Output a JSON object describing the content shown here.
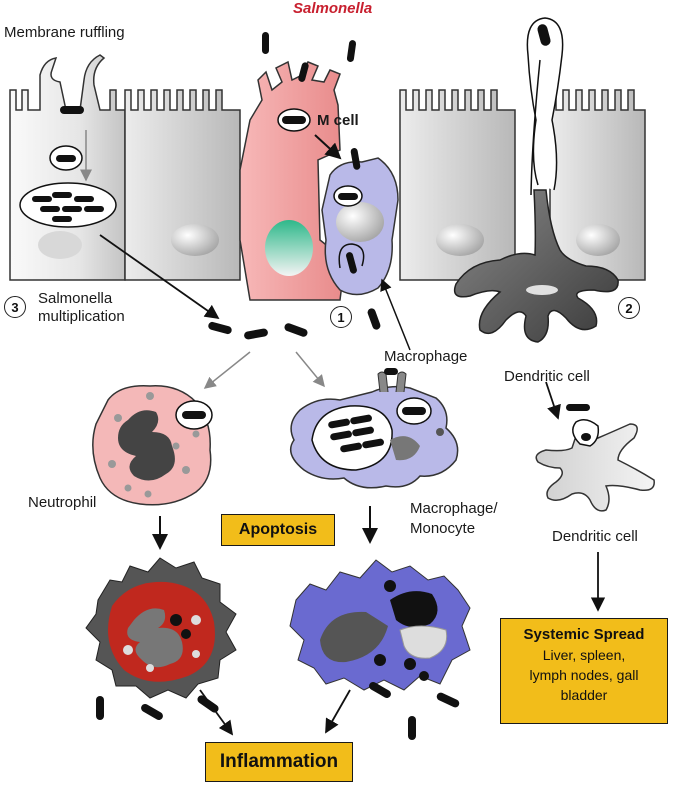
{
  "title": "Salmonella",
  "labels": {
    "membrane_ruffling": "Membrane ruffling",
    "m_cell": "M cell",
    "multiplication_1": "Salmonella",
    "multiplication_2": "multiplication",
    "macrophage": "Macrophage",
    "dendritic_cell_top": "Dendritic cell",
    "neutrophil": "Neutrophil",
    "macrophage_monocyte_1": "Macrophage/",
    "macrophage_monocyte_2": "Monocyte",
    "dendritic_cell_bottom": "Dendritic cell"
  },
  "markers": {
    "one": "1",
    "two": "2",
    "three": "3"
  },
  "boxes": {
    "apoptosis": "Apoptosis",
    "inflammation": "Inflammation",
    "systemic_title": "Systemic Spread",
    "systemic_1": "Liver, spleen,",
    "systemic_2": "lymph nodes, gall",
    "systemic_3": "bladder"
  },
  "colors": {
    "highlight_box": "#f2bd1a",
    "title_red": "#c8202f",
    "m_cell": "#f2a3a3",
    "macrophage": "#b9b9e8",
    "necrotic_red": "#c0281e",
    "necrotic_blue": "#6a6ad0"
  }
}
